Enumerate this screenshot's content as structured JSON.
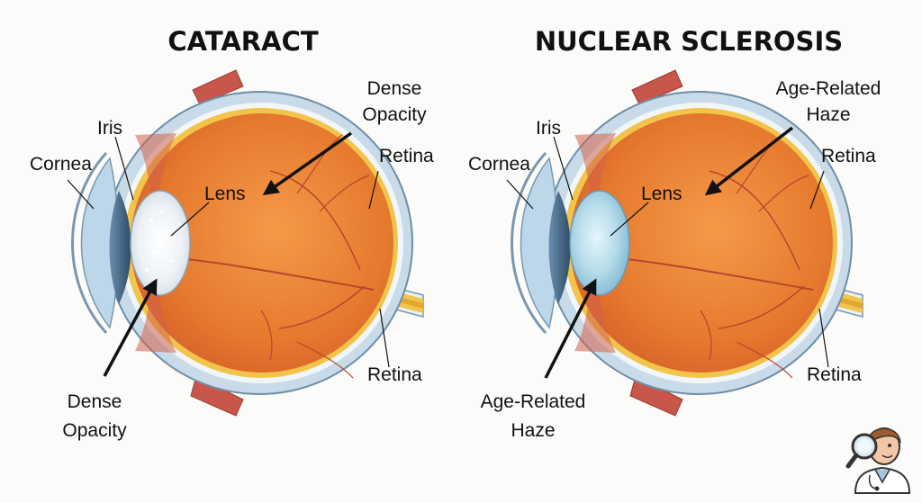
{
  "panels": [
    {
      "title": "CATARACT",
      "labels": {
        "iris": "Iris",
        "cornea": "Cornea",
        "lens": "Lens",
        "top_callout": [
          "Dense",
          "Opacity"
        ],
        "retina_top": "Retina",
        "retina_bottom": "Retina",
        "bottom_callout": [
          "Dense",
          "Opacity"
        ]
      }
    },
    {
      "title": "NUCLEAR SCLEROSIS",
      "labels": {
        "iris": "Iris",
        "cornea": "Cornea",
        "lens": "Lens",
        "top_callout": [
          "Age-Related",
          "Haze"
        ],
        "retina_top": "Retina",
        "retina_bottom": "Retina",
        "bottom_callout": [
          "Age-Related",
          "Haze"
        ]
      }
    }
  ],
  "logo": {
    "icon": "doctor-with-magnifier-icon"
  },
  "colors": {
    "background": "#fbfbf9",
    "sclera": "#c9dbe9",
    "retina": "#f2c44a",
    "vitreous": "#e8782c",
    "lens_cataract": "#e9eef3",
    "lens_sclerosis": "#a7d2e6",
    "muscle": "#c8574b"
  }
}
